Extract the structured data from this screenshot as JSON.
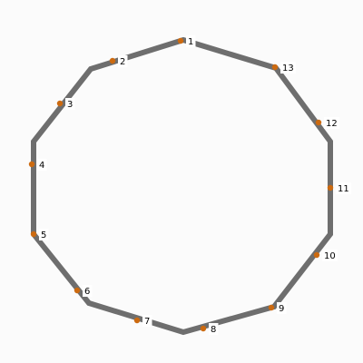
{
  "diagram": {
    "colors": {
      "background": "#fbfbfb",
      "outline": "#6e6e6e",
      "marker": "#cc6a10",
      "label_background": "#ffffff",
      "label_text": "#000000"
    },
    "points": [
      {
        "label": "1"
      },
      {
        "label": "2"
      },
      {
        "label": "3"
      },
      {
        "label": "4"
      },
      {
        "label": "5"
      },
      {
        "label": "6"
      },
      {
        "label": "7"
      },
      {
        "label": "8"
      },
      {
        "label": "9"
      },
      {
        "label": "10"
      },
      {
        "label": "11"
      },
      {
        "label": "12"
      },
      {
        "label": "13"
      }
    ]
  }
}
